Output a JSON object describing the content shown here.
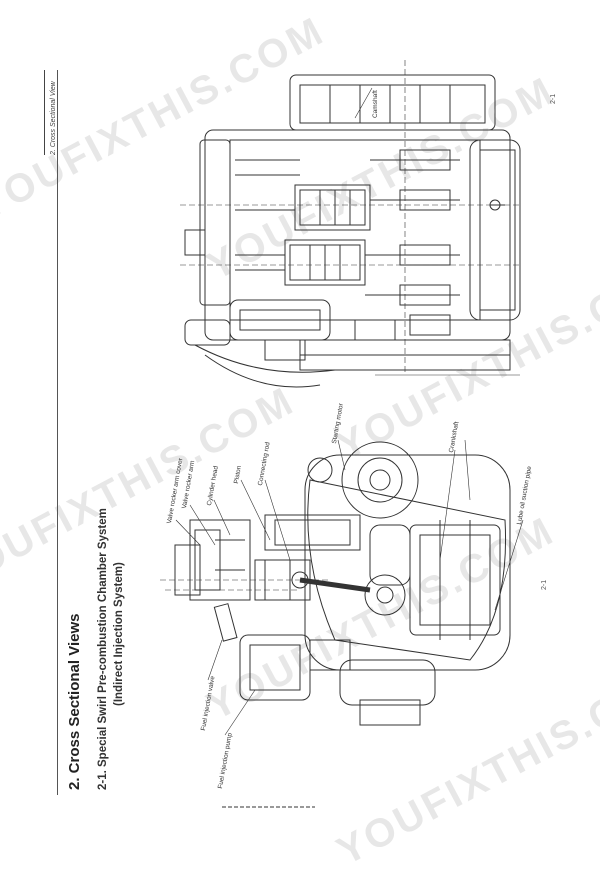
{
  "header": {
    "section_title": "2. Cross Sectional View",
    "page_number": "2-1"
  },
  "title": {
    "chapter": "2.  Cross Sectional Views",
    "subsection_line1": "2-1.   Special Swirl Pre-combustion Chamber System",
    "subsection_line2": "(Indirect Injection System)"
  },
  "top_drawing": {
    "labels": {
      "camshaft": "Camshaft"
    }
  },
  "bottom_drawing": {
    "labels": {
      "valve_rocker_arm_cover": "Valve rocker arm cover",
      "valve_rocker_arm": "Valve rocker arm",
      "cylinder_head": "Cylinder head",
      "piston": "Piston",
      "connecting_rod": "Connecting rod",
      "starting_motor": "Starting motor",
      "crankshaft": "Crankshaft",
      "lube_oil_suction_pipe": "Lube oil suction pipe",
      "fuel_injection_valve": "Fuel injection valve",
      "fuel_injection_pump": "Fuel injection pump"
    }
  },
  "footer": {
    "page_number": "2-1"
  },
  "watermark": {
    "text": "YOUFIXTHIS.COM"
  }
}
